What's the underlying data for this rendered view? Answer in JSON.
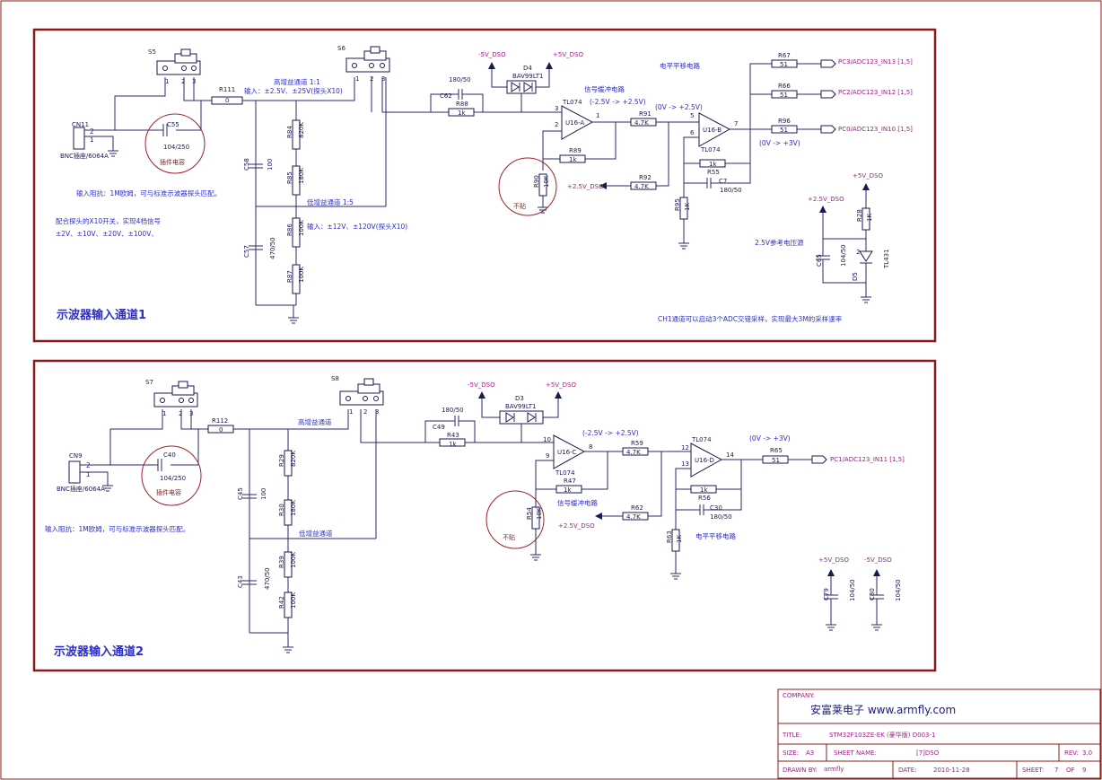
{
  "ch1": {
    "title": "示波器输入通道1",
    "switch1": "S5",
    "switch2": "S6",
    "sw_pins": [
      "1",
      "2",
      "3"
    ],
    "r111": {
      "ref": "R111",
      "val": "0"
    },
    "cn": {
      "ref": "CN11",
      "val": "BNC插座/6064A",
      "p1": "1",
      "p2": "2"
    },
    "c55": {
      "ref": "C55",
      "val": "104/250",
      "note": "插件电容"
    },
    "high_gain": "高增益通道 1:1",
    "high_in": "输入：±2.5V、±25V(探头X10)",
    "low_gain": "低增益通道 1:5",
    "low_in": "输入：±12V、±120V(探头X10)",
    "imp": "输入阻抗：1M欧姆，可与标准示波器探头匹配。",
    "probe1": "配合探头的X10开关，实现4档信号",
    "probe2": "±2V、±10V、±20V、±100V、",
    "c58": {
      "ref": "C58",
      "val": "100"
    },
    "c57": {
      "ref": "C57",
      "val": "470/50"
    },
    "r84": {
      "ref": "R84",
      "val": "820K"
    },
    "r85": {
      "ref": "R85",
      "val": "180K"
    },
    "r86": {
      "ref": "R86",
      "val": "100K"
    },
    "r87": {
      "ref": "R87",
      "val": "100K"
    },
    "m5": "-5V_DSO",
    "p5": "+5V_DSO",
    "d4": {
      "ref": "D4",
      "val": "BAV99LT1"
    },
    "c62": {
      "ref": "C62",
      "val": "180/50"
    },
    "r88": {
      "ref": "R88",
      "val": "1k"
    },
    "buf": "信号缓冲电路",
    "range1": "(-2.5V -> +2.5V)",
    "op1": {
      "name": "TL074",
      "unit": "U16-A",
      "in_p": "3",
      "in_n": "2",
      "out": "1"
    },
    "r89": {
      "ref": "R89",
      "val": "1k"
    },
    "r90": {
      "ref": "R90",
      "val": "10K"
    },
    "nopop": "不贴",
    "r91": {
      "ref": "R91",
      "val": "4.7K"
    },
    "range2": "(0V -> +2.5V)",
    "r92": {
      "ref": "R92",
      "val": "4.7K"
    },
    "p25": "+2.5V_DSO",
    "op2": {
      "name": "TL074",
      "unit": "U16-B",
      "in_p": "5",
      "in_n": "6",
      "out": "7"
    },
    "r55": {
      "ref": "R55",
      "val": "1k"
    },
    "c7": {
      "ref": "C7",
      "val": "180/50"
    },
    "r95": {
      "ref": "R95",
      "val": "1K"
    },
    "range3": "(0V -> +3V)",
    "shift": "电平平移电路",
    "r67": {
      "ref": "R67",
      "val": "51"
    },
    "r66": {
      "ref": "R66",
      "val": "51"
    },
    "r96": {
      "ref": "R96",
      "val": "51"
    },
    "pc3": "PC3/ADC123_IN13  [1,5]",
    "pc2": "PC2/ADC123_IN12  [1,5]",
    "pc0": "PC0/ADC123_IN10  [1,5]",
    "ref": {
      "p5": "+5V_DSO",
      "p25": "+2.5V_DSO",
      "r28": "R28",
      "r28v": "1K",
      "c65": "C65",
      "c65v": "104/50",
      "d5": "D5",
      "tl": "TL431",
      "pin": "2",
      "desc": "2.5V参考电压源"
    },
    "note": "CH1通道可以启动3个ADC交错采样，实现最大3M的采样速率"
  },
  "ch2": {
    "title": "示波器输入通道2",
    "switch1": "S7",
    "switch2": "S8",
    "r112": {
      "ref": "R112",
      "val": "0"
    },
    "cn": {
      "ref": "CN9",
      "val": "BNC插座/6064A",
      "p1": "1",
      "p2": "2"
    },
    "c40": {
      "ref": "C40",
      "val": "104/250",
      "note": "插件电容"
    },
    "imp": "输入阻抗：1M欧姆，可与标准示波器探头匹配。",
    "high": "高增益通道",
    "low": "低增益通道",
    "c45": {
      "ref": "C45",
      "val": "100"
    },
    "c43": {
      "ref": "C43",
      "val": "470/50"
    },
    "r29": {
      "ref": "R29",
      "val": "820K"
    },
    "r30": {
      "ref": "R30",
      "val": "180K"
    },
    "r39": {
      "ref": "R39",
      "val": "100K"
    },
    "r42": {
      "ref": "R42",
      "val": "100K"
    },
    "m5": "-5V_DSO",
    "p5": "+5V_DSO",
    "d3": {
      "ref": "D3",
      "val": "BAV99LT1"
    },
    "c49": {
      "ref": "C49",
      "val": "180/50"
    },
    "r43": {
      "ref": "R43",
      "val": "1k"
    },
    "op1": {
      "name": "TL074",
      "unit": "U16-C",
      "in_p": "10",
      "in_n": "9",
      "out": "8"
    },
    "range1": "(-2.5V -> +2.5V)",
    "r47": {
      "ref": "R47",
      "val": "1k"
    },
    "r54": {
      "ref": "R54",
      "val": "10K"
    },
    "nopop": "不贴",
    "buf": "信号缓冲电路",
    "p25": "+2.5V_DSO",
    "r59": {
      "ref": "R59",
      "val": "4.7K"
    },
    "r62": {
      "ref": "R62",
      "val": "4.7K"
    },
    "op2": {
      "name": "TL074",
      "unit": "U16-D",
      "in_p": "12",
      "in_n": "13",
      "out": "14"
    },
    "r56": {
      "ref": "R56",
      "val": "1k"
    },
    "c30": {
      "ref": "C30",
      "val": "180/50"
    },
    "r63": {
      "ref": "R63",
      "val": "1K"
    },
    "shift": "电平平移电路",
    "range3": "(0V -> +3V)",
    "r65": {
      "ref": "R65",
      "val": "51"
    },
    "pc1": "PC1/ADC123_IN11  [1,5]",
    "dec": {
      "p5": "+5V_DSO",
      "m5": "-5V_DSO",
      "c79": "C79",
      "c80": "C80",
      "val": "104/50"
    }
  },
  "titleblock": {
    "company_label": "COMPANY:",
    "company": "安富莱电子 www.armfly.com",
    "title_label": "TITLE:",
    "title": "STM32F103ZE-EK (豪华版) D003-1",
    "size_label": "SIZE:",
    "size": "A3",
    "sheetname_label": "SHEET NAME:",
    "sheetname": "[7]DSO",
    "rev_label": "REV:",
    "rev": "3.0",
    "drawn_label": "DRAWN BY:",
    "drawn": "armfly",
    "date_label": "DATE:",
    "date": "2010-11-28",
    "sheet_label": "SHEET:",
    "sheet": "7",
    "of_label": "OF",
    "of": "9"
  }
}
